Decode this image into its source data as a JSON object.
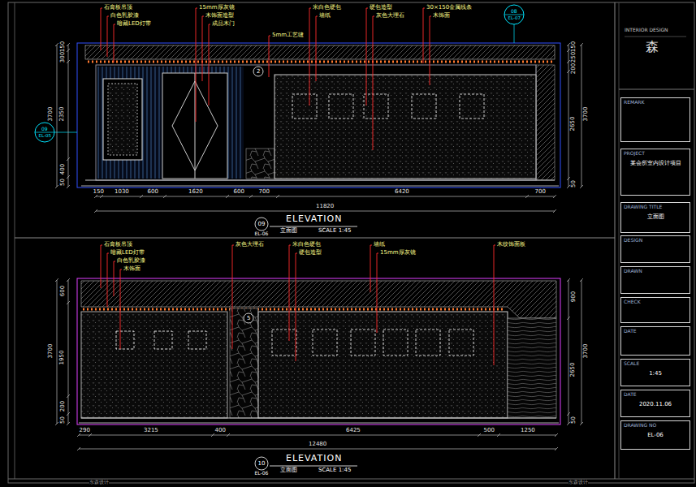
{
  "diagram": {
    "nodes": [
      {
        "text": [
          "REMARK"
        ]
      },
      {
        "text": [
          "PROJECT",
          "某会所室内设计项目"
        ]
      },
      {
        "text": [
          "DRAWING TITLE",
          "立面图"
        ]
      },
      {
        "text": [
          "DESIGN"
        ]
      },
      {
        "text": [
          "DRAWN"
        ]
      },
      {
        "text": [
          "CHECK"
        ]
      },
      {
        "text": [
          "DATE"
        ]
      },
      {
        "text": [
          "SCALE",
          "1:45"
        ]
      },
      {
        "text": [
          "DATE",
          "2020.11.06"
        ]
      },
      {
        "text": [
          "DRAWING NO",
          "EL-06"
        ]
      }
    ],
    "labels": [
      "石膏板吊顶",
      "白色乳胶漆",
      "暗藏LED灯带",
      "15mm厚灰镜",
      "木饰面造型",
      "成品木门",
      "5mm工艺缝",
      "米白色硬包",
      "墙纸",
      "硬包造型",
      "灰色大理石",
      "30×150金属线条",
      "木饰面",
      "08",
      "EL-07",
      "09",
      "EL-05",
      "2",
      "150",
      "300",
      "3700",
      "2350",
      "400",
      "50",
      "150",
      "250",
      "200",
      "3700",
      "2650",
      "50",
      "150",
      "1030",
      "600",
      "1620",
      "600",
      "700",
      "6420",
      "700",
      "11820",
      "09",
      "EL-06",
      "ELEVATION",
      "立面图",
      "SCALE 1:45",
      "石膏板吊顶",
      "暗藏LED灯带",
      "白色乳胶漆",
      "木饰面",
      "灰色大理石",
      "米白色硬包",
      "硬包造型",
      "墙纸",
      "15mm厚灰镜",
      "木纹饰面板",
      "5",
      "600",
      "3700",
      "1950",
      "200",
      "50",
      "900",
      "3700",
      "2650",
      "50",
      "290",
      "3215",
      "400",
      "6425",
      "500",
      "1250",
      "12480",
      "10",
      "EL-06",
      "ELEVATION",
      "立面图",
      "SCALE 1:45",
      "INTERIOR DESIGN",
      "森",
      "东森设计",
      "东森设计"
    ]
  }
}
